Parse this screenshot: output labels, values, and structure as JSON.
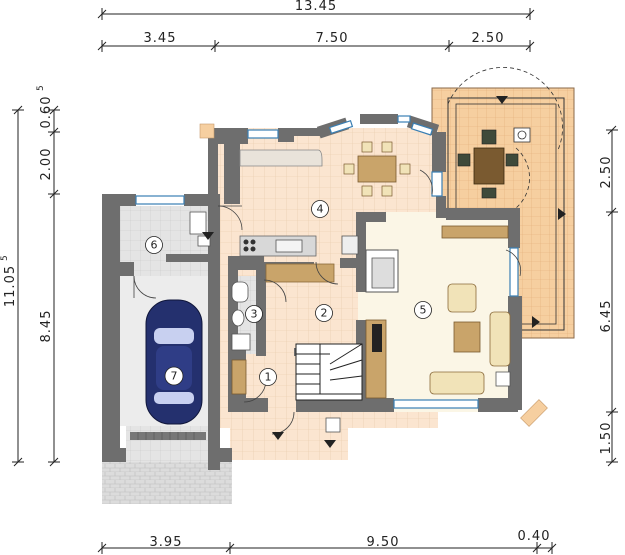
{
  "dimensions": {
    "top_total": "13.45",
    "top_segments": [
      "3.45",
      "7.50",
      "2.50"
    ],
    "bottom_segments": [
      "3.95",
      "9.50",
      "0.40"
    ],
    "left_total": "11.05",
    "left_total_sup": "5",
    "left_segments": [
      "0.60",
      "2.00",
      "8.45"
    ],
    "left_seg1_sup": "5",
    "right_segments": [
      "2.50",
      "6.45",
      "1.50"
    ]
  },
  "rooms": [
    {
      "number": "1"
    },
    {
      "number": "2"
    },
    {
      "number": "3"
    },
    {
      "number": "4"
    },
    {
      "number": "5"
    },
    {
      "number": "6"
    },
    {
      "number": "7"
    }
  ],
  "colors": {
    "wall": "#6e6e6e",
    "living_floor": "#fbf6e6",
    "tile_floor": "#fbe5d0",
    "grid_line": "#e6c9a8",
    "gray_tile": "#e0e0e0",
    "terrace": "#f7cf9f",
    "garage_floor": "#ececec",
    "car": "#24306e",
    "furniture_wood": "#c9a46a"
  }
}
